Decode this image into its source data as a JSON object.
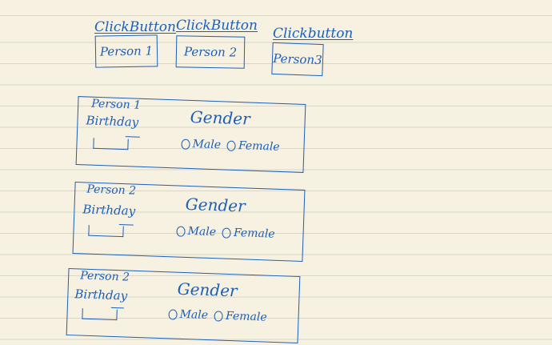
{
  "buttons": [
    {
      "caption": "ClickButton",
      "label": "Person 1"
    },
    {
      "caption": "ClickButton",
      "label": "Person 2"
    },
    {
      "caption": "Clickbutton",
      "label": "Person3"
    }
  ],
  "forms": [
    {
      "title": "Person 1",
      "birthday_label": "Birthday",
      "gender_label": "Gender",
      "options": [
        "Male",
        "Female"
      ]
    },
    {
      "title": "Person 2",
      "birthday_label": "Birthday",
      "gender_label": "Gender",
      "options": [
        "Male",
        "Female"
      ]
    },
    {
      "title": "Person 2",
      "birthday_label": "Birthday",
      "gender_label": "Gender",
      "options": [
        "Male",
        "Female"
      ]
    }
  ],
  "colors": {
    "paper": "#f6f1e1",
    "ink": "#1d5fb8",
    "rule": "#d9d6c8"
  }
}
